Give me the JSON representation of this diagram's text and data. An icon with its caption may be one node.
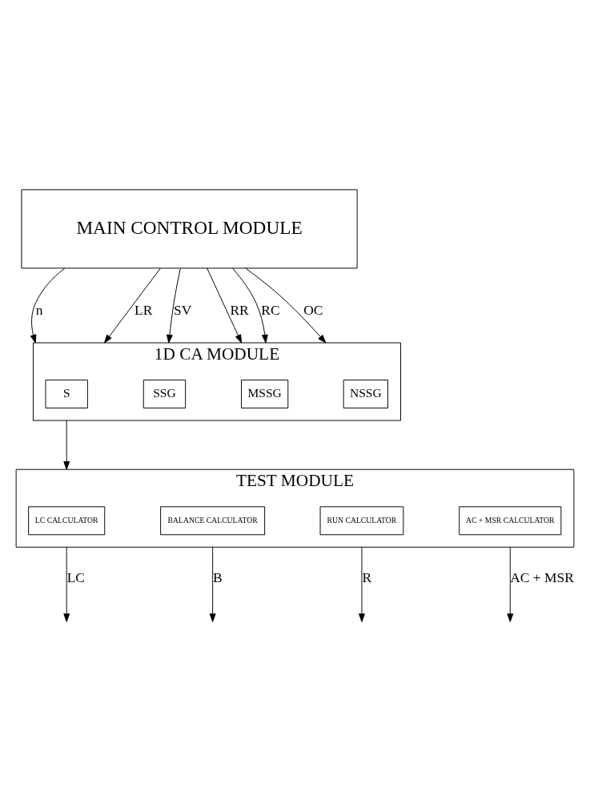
{
  "diagram": {
    "nodes": [
      {
        "text": [
          "MAIN CONTROL MODULE"
        ]
      },
      {
        "text": [
          "1D CA MODULE"
        ]
      },
      {
        "text": [
          "S"
        ],
        "in": 1
      },
      {
        "text": [
          "SSG"
        ],
        "in": 1
      },
      {
        "text": [
          "MSSG"
        ],
        "in": 1
      },
      {
        "text": [
          "NSSG"
        ],
        "in": 1
      },
      {
        "text": [
          "TEST MODULE"
        ]
      },
      {
        "text": [
          "LC CALCULATOR"
        ],
        "in": 6
      },
      {
        "text": [
          "BALANCE CALCULATOR"
        ],
        "in": 6
      },
      {
        "text": [
          "RUN CALCULATOR"
        ],
        "in": 6
      },
      {
        "text": [
          "AC + MSR CALCULATOR"
        ],
        "in": 6
      }
    ],
    "edges": [
      {
        "from": 0,
        "to": 1,
        "arrow": "to",
        "label": "n"
      },
      {
        "from": 0,
        "to": 1,
        "arrow": "to",
        "label": "LR"
      },
      {
        "from": 0,
        "to": 1,
        "arrow": "to",
        "label": "SV"
      },
      {
        "from": 0,
        "to": 1,
        "arrow": "to",
        "label": "RR"
      },
      {
        "from": 0,
        "to": 1,
        "arrow": "to",
        "label": "RC"
      },
      {
        "from": 0,
        "to": 1,
        "arrow": "to",
        "label": "OC"
      },
      {
        "from": 1,
        "to": 6,
        "arrow": "to"
      },
      {
        "from": 6,
        "to": null,
        "arrow": "to",
        "label": "LC"
      },
      {
        "from": 6,
        "to": null,
        "arrow": "to",
        "label": "B"
      },
      {
        "from": 6,
        "to": null,
        "arrow": "to",
        "label": "R"
      },
      {
        "from": 6,
        "to": null,
        "arrow": "to",
        "label": "AC + MSR"
      }
    ]
  }
}
